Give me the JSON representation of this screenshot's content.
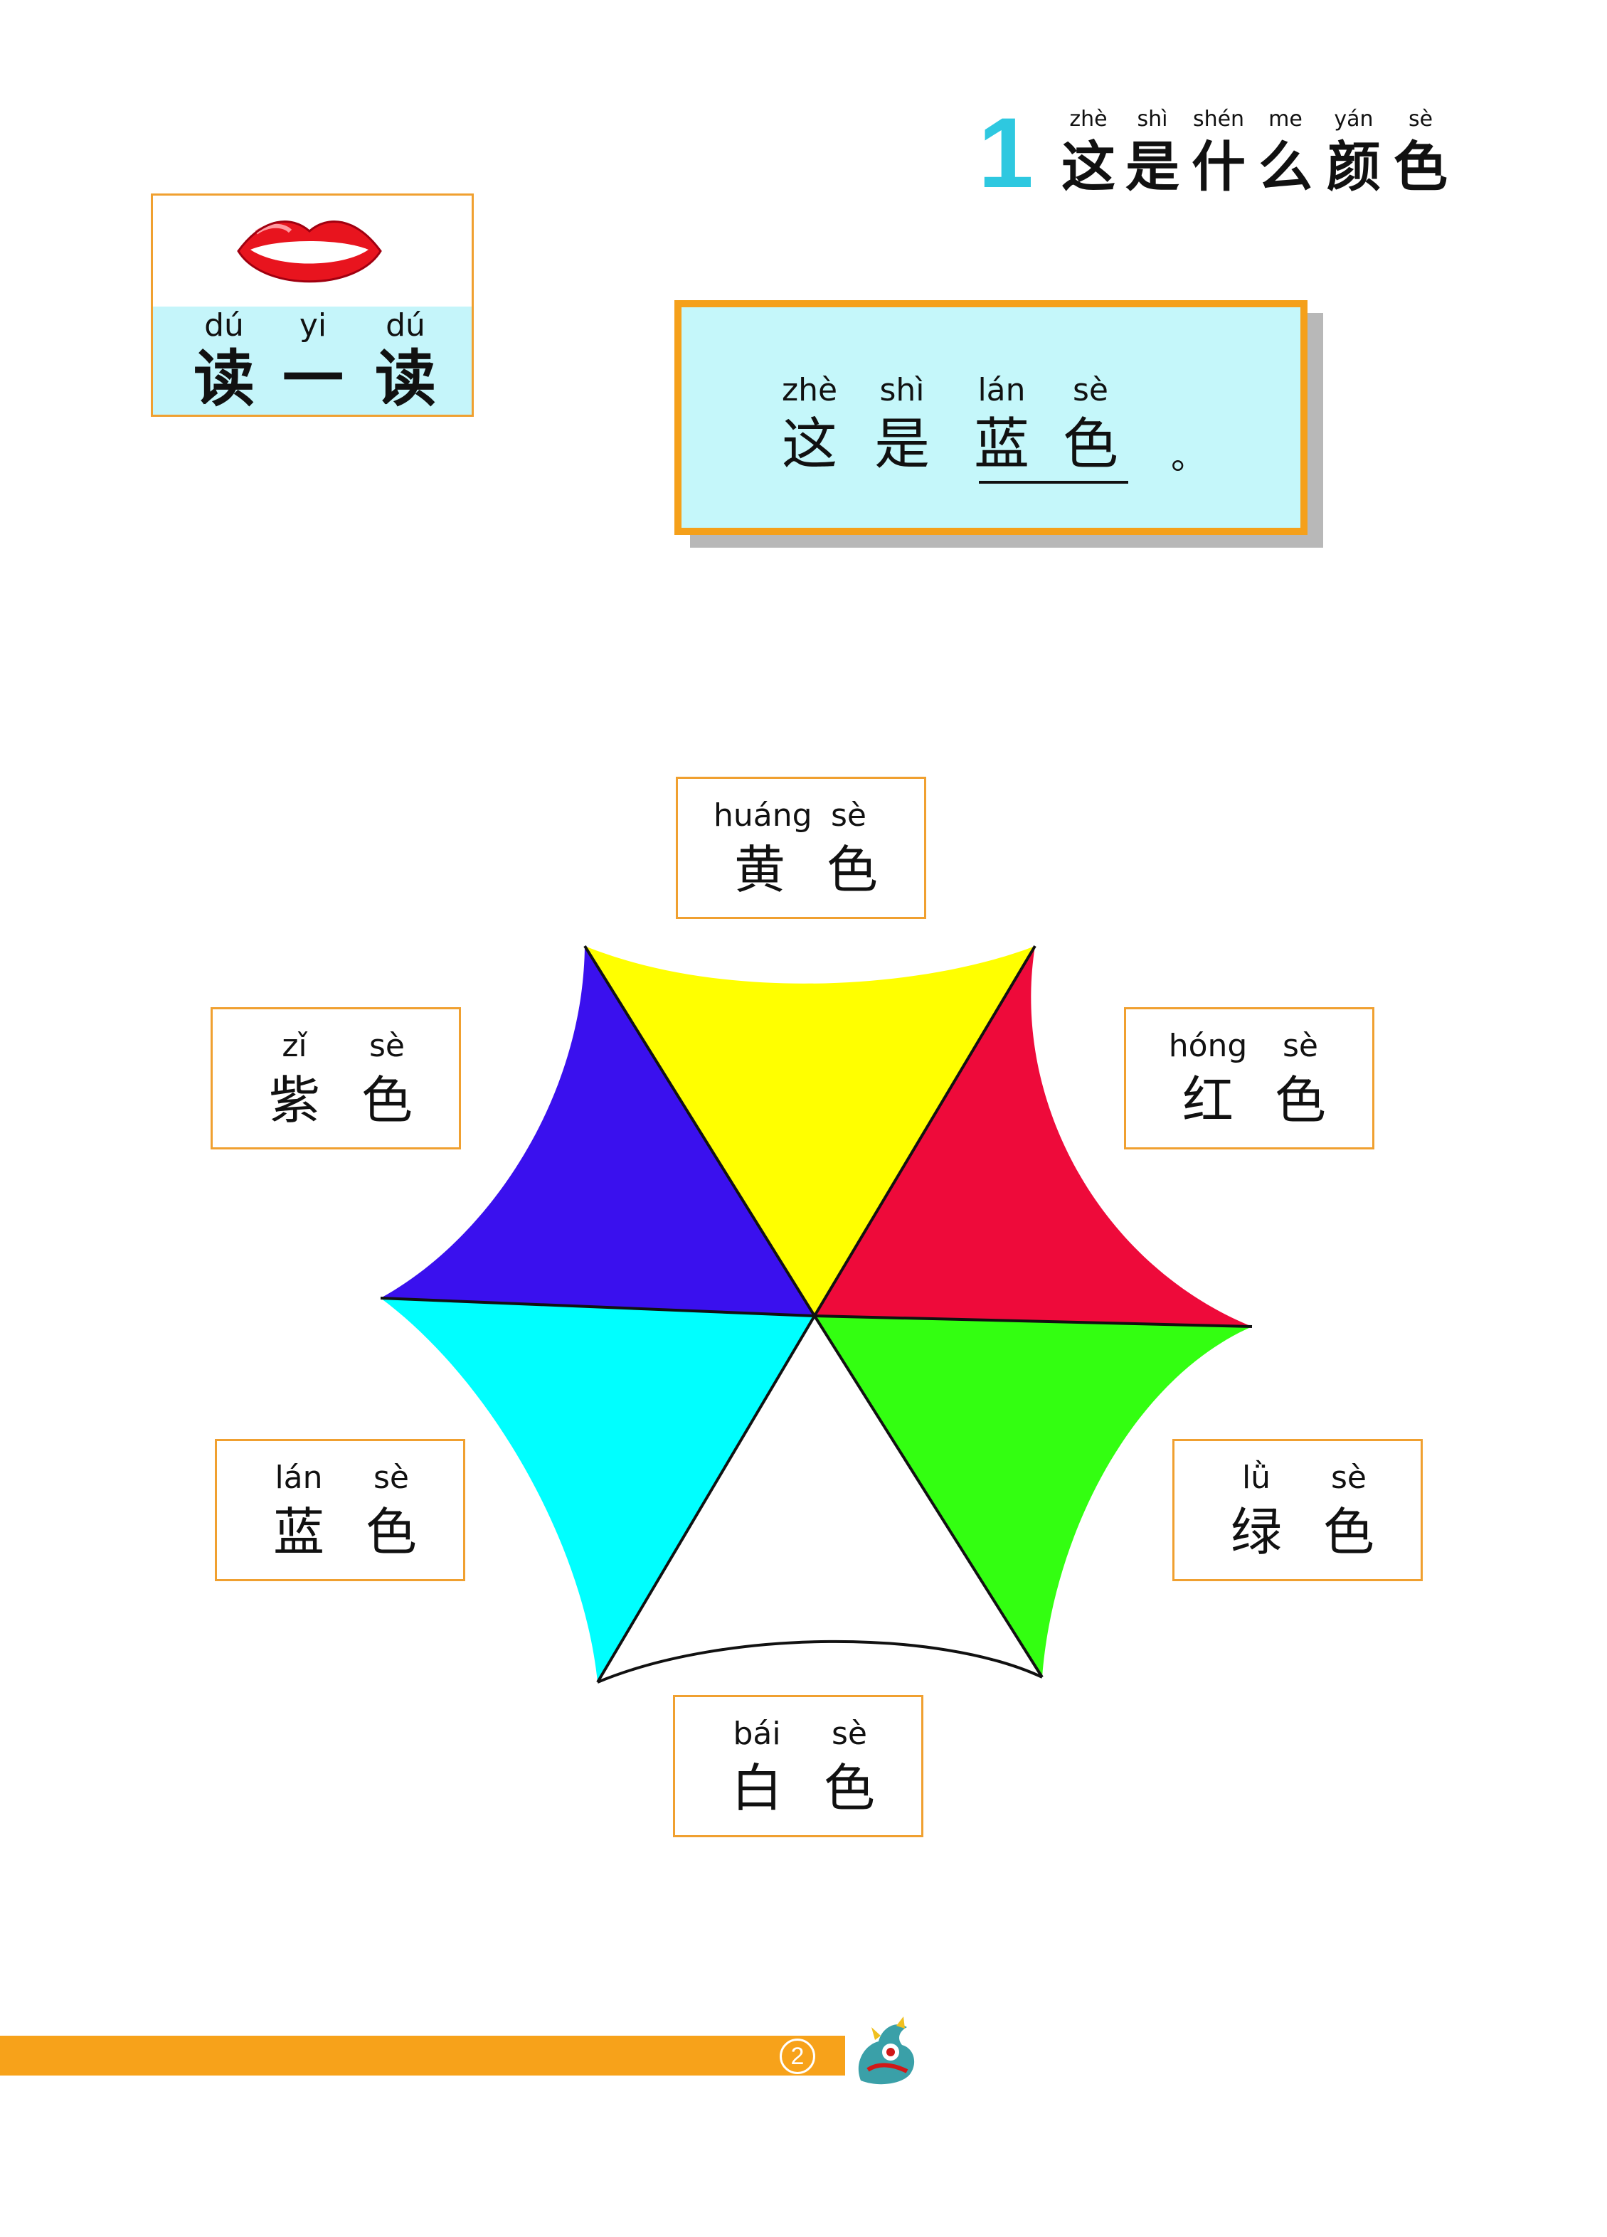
{
  "lesson": {
    "number": "1",
    "title_pinyin": [
      "zhè",
      "shì",
      "shén",
      "me",
      "yán",
      "sè"
    ],
    "title_chars": [
      "这",
      "是",
      "什",
      "么",
      "颜",
      "色"
    ]
  },
  "read_aloud": {
    "icon": "lips-icon",
    "pinyin": [
      "dú",
      "yi",
      "dú"
    ],
    "chars": [
      "读",
      "一",
      "读"
    ]
  },
  "sentence": {
    "pinyin": [
      "zhè",
      "shì",
      "lán",
      "sè"
    ],
    "chars": [
      "这",
      "是",
      "蓝",
      "色"
    ],
    "period": "。"
  },
  "colors": {
    "yellow": {
      "pinyin": [
        "huáng",
        "sè"
      ],
      "chars": [
        "黄",
        "色"
      ],
      "hex": "#ffff00"
    },
    "red": {
      "pinyin": [
        "hóng",
        "sè"
      ],
      "chars": [
        "红",
        "色"
      ],
      "hex": "#ee0a3a"
    },
    "purple": {
      "pinyin": [
        "zǐ",
        "sè"
      ],
      "chars": [
        "紫",
        "色"
      ],
      "hex": "#3a10ee"
    },
    "blue": {
      "pinyin": [
        "lán",
        "sè"
      ],
      "chars": [
        "蓝",
        "色"
      ],
      "hex": "#00ffff"
    },
    "green": {
      "pinyin": [
        "lǜ",
        "sè"
      ],
      "chars": [
        "绿",
        "色"
      ],
      "hex": "#33ff11"
    },
    "white": {
      "pinyin": [
        "bái",
        "sè"
      ],
      "chars": [
        "白",
        "色"
      ],
      "hex": "#ffffff"
    }
  },
  "footer": {
    "page_number": "2",
    "mascot": "dragon-mascot-icon",
    "bar_color": "#f7a21a"
  }
}
